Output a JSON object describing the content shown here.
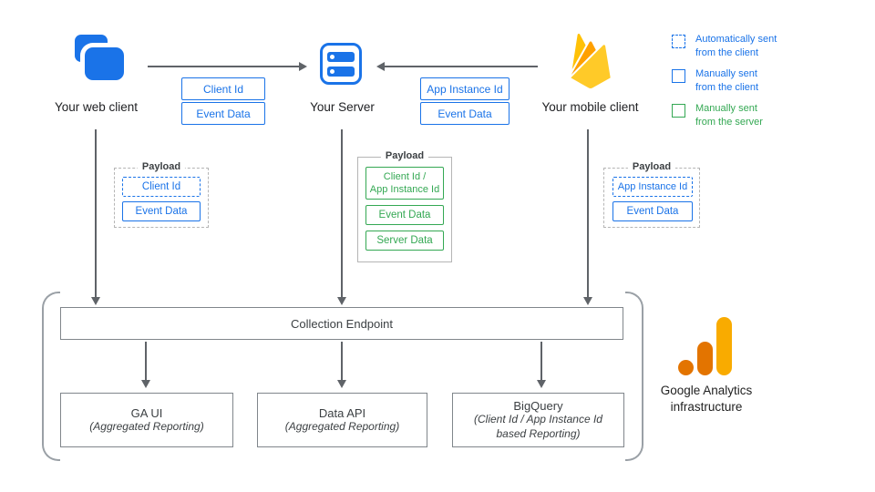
{
  "colors": {
    "blue": "#1a73e8",
    "green": "#34a853",
    "arrow_gray": "#5f6368",
    "box_border_gray": "#80868b",
    "payload_border_gray": "#b5b5b5",
    "ga_orange_light": "#F9AB00",
    "ga_orange_dark": "#E37400"
  },
  "actors": {
    "web_client": {
      "label": "Your web client"
    },
    "server": {
      "label": "Your Server"
    },
    "mobile_client": {
      "label": "Your mobile client"
    }
  },
  "flow_labels": {
    "web_to_server": [
      "Client Id",
      "Event Data"
    ],
    "mobile_to_server": [
      "App Instance Id",
      "Event Data"
    ]
  },
  "legend": {
    "items": [
      {
        "label": "Automatically sent\nfrom the client",
        "style": "dashed-blue"
      },
      {
        "label": "Manually sent\nfrom the client",
        "style": "solid-blue"
      },
      {
        "label": "Manually sent\nfrom the server",
        "style": "solid-green"
      }
    ]
  },
  "payloads": {
    "web": {
      "title": "Payload",
      "items": [
        {
          "label": "Client Id",
          "style": "dashed-blue"
        },
        {
          "label": "Event Data",
          "style": "solid-blue"
        }
      ]
    },
    "server": {
      "title": "Payload",
      "items": [
        {
          "label": "Client Id /\nApp Instance Id",
          "style": "solid-green"
        },
        {
          "label": "Event Data",
          "style": "solid-green"
        },
        {
          "label": "Server Data",
          "style": "solid-green"
        }
      ]
    },
    "mobile": {
      "title": "Payload",
      "items": [
        {
          "label": "App Instance Id",
          "style": "dashed-blue"
        },
        {
          "label": "Event Data",
          "style": "solid-blue"
        }
      ]
    }
  },
  "infrastructure": {
    "endpoint_label": "Collection Endpoint",
    "outputs": [
      {
        "title": "GA UI",
        "subtitle": "(Aggregated Reporting)"
      },
      {
        "title": "Data API",
        "subtitle": "(Aggregated Reporting)"
      },
      {
        "title": "BigQuery",
        "subtitle": "(Client Id / App Instance Id\nbased Reporting)"
      }
    ],
    "brand_label": "Google Analytics\ninfrastructure"
  }
}
